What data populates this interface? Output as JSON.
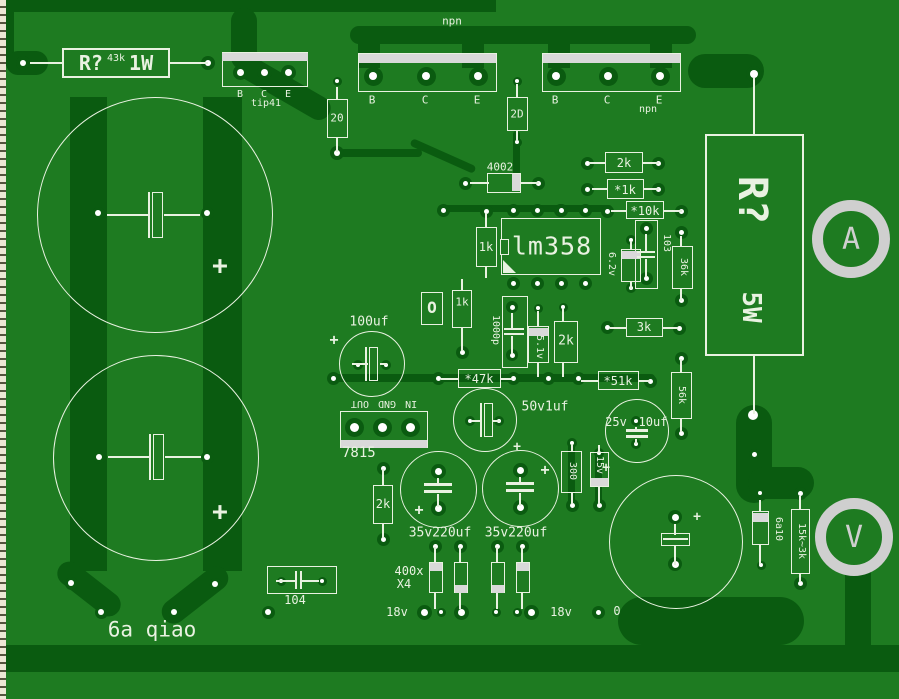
{
  "board": {
    "kind": "pcb-layout",
    "colors": {
      "board_green": "#1E7B21",
      "trace_green": "#0A5B10",
      "silkscreen": "#E9F2E1",
      "metal_gray": "#D9D9D9",
      "meter_gray": "#CFCFCF",
      "hole_white": "#FFFFFF",
      "ruler_beige": "#EDE8D5"
    }
  },
  "silk": {
    "r1_name": "R?",
    "r1_value": "43k",
    "r1_power": "1W",
    "npn_top": "npn",
    "b": "B",
    "c": "C",
    "e": "E",
    "tip41": "tip41",
    "npn_small": "npn",
    "r20": "20",
    "r2d": "2D",
    "d4002": "4002",
    "r2k_top": "2k",
    "r1k_star": "*1k",
    "r10k_star": "*10k",
    "c103": "103",
    "r36k": "36k",
    "z62": "6.2v",
    "ic": "lm358",
    "r1k_a": "1k",
    "r1k_b": "1k",
    "link": "O",
    "c1000p": "1000p",
    "z51": "5.1v",
    "r2k_mid": "2k",
    "r3k": "3k",
    "r51k_star": "*51k",
    "r56k": "56k",
    "c100uf": "100uf",
    "reg_pins": "IN GND OUT",
    "reg": "7815",
    "r47k_star": "*47k",
    "c50v": "50v1uf",
    "c25v_l": "25v",
    "c25v_r": "10uf",
    "r300": "300",
    "z15": "15v",
    "r2k_low": "2k",
    "c220a": "35v220uf",
    "c220b": "35v220uf",
    "d400x": "400x",
    "d400x2": "X4",
    "v18a": "18v",
    "v18b": "18v",
    "v0": "0",
    "c104": "104",
    "bridge": "6a qiao",
    "r5w_name": "R?",
    "r5w_power": "5W",
    "meter_a": "A",
    "meter_v": "V",
    "d6a10": "6a10",
    "r15k3k": "15k~3k",
    "plus": "+"
  }
}
